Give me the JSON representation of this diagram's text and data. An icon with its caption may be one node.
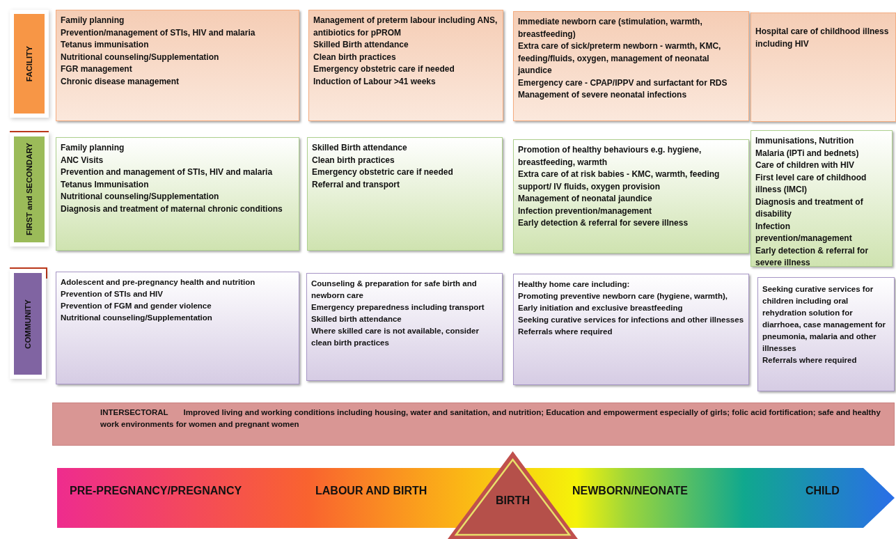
{
  "diagram": {
    "nodes": [
      {
        "text": [
          "FACILITY"
        ]
      },
      {
        "text": [
          "Family planning",
          "Prevention/management of STIs, HIV and malaria",
          "Tetanus immunisation",
          "Nutritional counseling/Supplementation",
          "FGR management",
          "Chronic disease management"
        ]
      },
      {
        "text": [
          "Management of preterm labour including ANS, antibiotics for pPROM",
          "Skilled Birth attendance",
          "Clean birth practices",
          "Emergency obstetric care if needed",
          "Induction of Labour >41 weeks"
        ]
      },
      {
        "text": [
          "Immediate newborn care (stimulation, warmth, breastfeeding)",
          "Extra care of sick/preterm newborn - warmth, KMC, feeding/fluids, oxygen, management of neonatal jaundice",
          "Emergency care - CPAP/IPPV and surfactant for RDS",
          "Management of severe neonatal infections"
        ]
      },
      {
        "text": [
          "Hospital care of childhood illness including HIV"
        ]
      },
      {
        "text": [
          "FIRST and SECONDARY"
        ]
      },
      {
        "text": [
          "Family planning",
          "ANC Visits",
          "Prevention and management of STIs, HIV and malaria",
          "Tetanus Immunisation",
          "Nutritional counseling/Supplementation",
          "Diagnosis and treatment of maternal chronic conditions"
        ]
      },
      {
        "text": [
          "Skilled Birth attendance",
          "Clean birth practices",
          "Emergency obstetric care if needed",
          "Referral and transport"
        ]
      },
      {
        "text": [
          "Promotion of healthy behaviours e.g. hygiene, breastfeeding, warmth",
          "Extra care of at risk babies - KMC, warmth, feeding support/ IV fluids, oxygen provision",
          "Management of neonatal jaundice",
          "Infection prevention/management",
          "Early detection & referral for severe illness"
        ]
      },
      {
        "text": [
          "Immunisations, Nutrition",
          "Malaria (IPTi and bednets)",
          "Care of children with HIV",
          "First level care of childhood illness (IMCI)",
          "Diagnosis and treatment of disability",
          "Infection prevention/management",
          "Early detection & referral for severe illness"
        ]
      },
      {
        "text": [
          "COMMUNITY"
        ]
      },
      {
        "text": [
          "Adolescent and pre-pregnancy health and nutrition",
          "Prevention of STIs and HIV",
          "Prevention of FGM and gender violence",
          "Nutritional counseling/Supplementation"
        ]
      },
      {
        "text": [
          "Counseling & preparation for safe birth and newborn care",
          "Emergency preparedness including transport",
          "Skilled birth attendance",
          "Where skilled care is not available, consider clean birth practices"
        ]
      },
      {
        "text": [
          "Healthy home care including:",
          "Promoting preventive newborn care (hygiene, warmth),",
          "Early initiation and exclusive breastfeeding",
          "Seeking curative services for infections and other illnesses",
          "Referrals where required"
        ]
      },
      {
        "text": [
          "Seeking curative services for children including oral rehydration solution for diarrhoea, case management for pneumonia, malaria and other illnesses",
          "Referrals where required"
        ]
      },
      {
        "text": [
          "INTERSECTORAL",
          "Improved living and working conditions including housing, water and sanitation, and nutrition; Education and empowerment especially of girls; folic acid fortification; safe and healthy work environments for women and pregnant women"
        ]
      },
      {
        "text": [
          "PRE-PREGNANCY/PREGNANCY",
          "LABOUR AND BIRTH",
          "NEWBORN/NEONATE",
          "CHILD"
        ]
      },
      {
        "text": [
          "BIRTH"
        ]
      }
    ]
  }
}
